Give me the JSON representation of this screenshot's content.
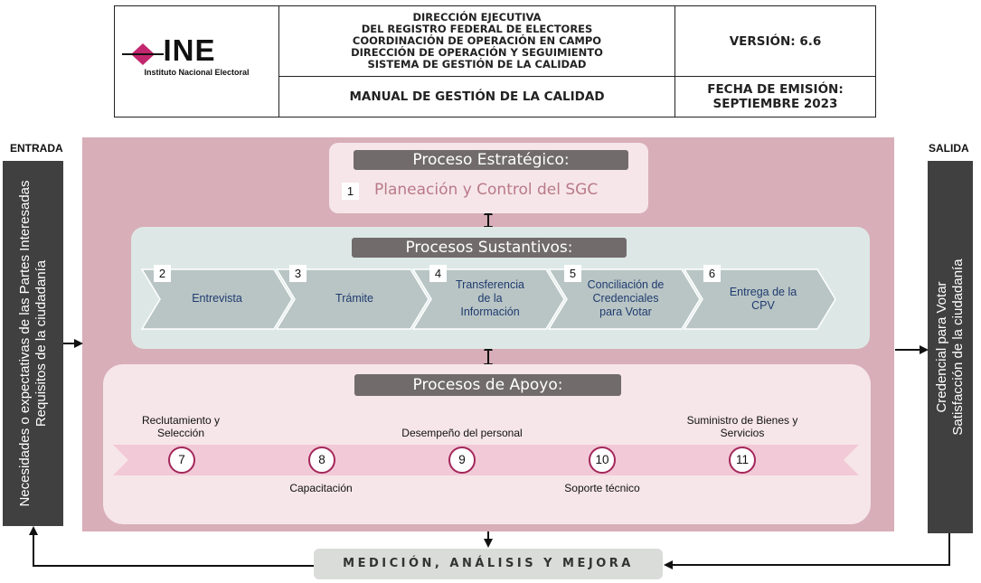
{
  "header": {
    "logo_text": "INE",
    "logo_sub": "Instituto Nacional Electoral",
    "dept_lines": [
      "DIRECCIÓN EJECUTIVA",
      "DEL REGISTRO FEDERAL DE ELECTORES",
      "COORDINACIÓN DE OPERACIÓN EN CAMPO",
      "DIRECCIÓN DE OPERACIÓN Y SEGUIMIENTO",
      "SISTEMA DE GESTIÓN DE LA CALIDAD"
    ],
    "version": "VERSIÓN: 6.6",
    "manual": "MANUAL DE GESTIÓN DE LA CALIDAD",
    "fecha_line1": "FECHA DE EMISIÓN:",
    "fecha_line2": "SEPTIEMBRE 2023",
    "colors": {
      "logo_accent": "#c2266e"
    }
  },
  "entrada": {
    "label": "ENTRADA",
    "line1": "Necesidades o expectativas de las Partes Interesadas",
    "line2": "Requisitos de la ciudadanía"
  },
  "salida": {
    "label": "SALIDA",
    "line1": "Credencial para Votar",
    "line2": "Satisfacción de la ciudadanía"
  },
  "estrategico": {
    "title": "Proceso Estratégico:",
    "item_num": "1",
    "item_label": "Planeación y Control del SGC"
  },
  "sustantivos": {
    "title": "Procesos Sustantivos:",
    "items": [
      {
        "num": "2",
        "label": "Entrevista"
      },
      {
        "num": "3",
        "label": "Trámite"
      },
      {
        "num": "4",
        "label_lines": [
          "Transferencia",
          "de la",
          "Información"
        ]
      },
      {
        "num": "5",
        "label_lines": [
          "Conciliación de",
          "Credenciales",
          "para Votar"
        ]
      },
      {
        "num": "6",
        "label_lines": [
          "Entrega de la",
          "CPV"
        ]
      }
    ]
  },
  "apoyo": {
    "title": "Procesos de Apoyo:",
    "items": [
      {
        "num": "7",
        "label_lines": [
          "Reclutamiento y",
          "Selección"
        ]
      },
      {
        "num": "8",
        "label": "Capacitación"
      },
      {
        "num": "9",
        "label": "Desempeño del personal"
      },
      {
        "num": "10",
        "label": "Soporte técnico"
      },
      {
        "num": "11",
        "label_lines": [
          "Suministro de Bienes y",
          "Servicios"
        ]
      }
    ]
  },
  "medicion": "MEDICIÓN, ANÁLISIS Y MEJORA",
  "colors": {
    "main_bg": "#d8aeb8",
    "title_bar": "#716b6c",
    "chevron": "#b9c5c5",
    "ribbon": "#f2c9d6",
    "circle_border": "#a3275a",
    "side_box": "#404040"
  }
}
